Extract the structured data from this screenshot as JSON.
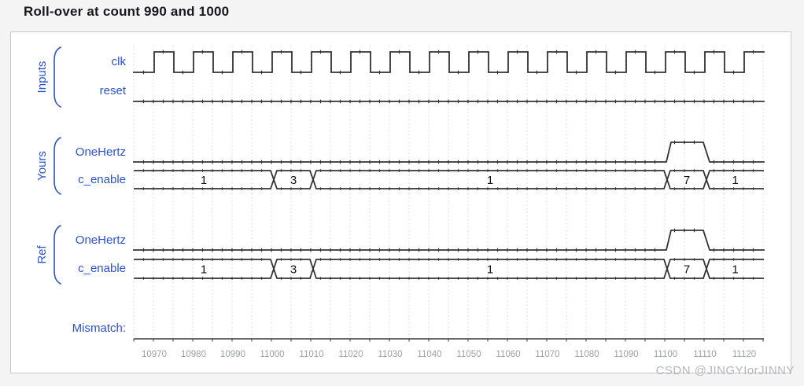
{
  "page": {
    "title": "Roll-over at count 990 and 1000",
    "watermark": "CSDN @JINGYIorJINNY"
  },
  "colors": {
    "label_blue": "#2b52d2",
    "signal_line": "#333333",
    "bus_value_text": "#111111",
    "grid_line": "#d6d6d6",
    "axis_line": "#3a3a3a",
    "axis_text": "#9aa0a8",
    "watermark_text": "#b3b7bc",
    "panel_border": "#c9c9c9",
    "page_background": "#f4f4f5",
    "panel_background": "#ffffff"
  },
  "chart_data": {
    "type": "timing-diagram",
    "time_start": 10965,
    "time_end": 11125,
    "tick_step": 10,
    "axis_ticks": [
      10970,
      10980,
      10990,
      11000,
      11010,
      11020,
      11030,
      11040,
      11050,
      11060,
      11070,
      11080,
      11090,
      11100,
      11110,
      11120
    ],
    "mismatch_label": "Mismatch:",
    "mismatch_events": [],
    "groups": [
      {
        "label": "Inputs",
        "signals": [
          {
            "name": "clk",
            "kind": "clock",
            "first_rise": 10970,
            "period": 10,
            "duty": 0.5
          },
          {
            "name": "reset",
            "kind": "bit",
            "level": 0,
            "pulses": []
          }
        ]
      },
      {
        "label": "Yours",
        "signals": [
          {
            "name": "OneHertz",
            "kind": "bit",
            "level": 0,
            "pulses": [
              {
                "from": 11100,
                "to": 11110
              }
            ]
          },
          {
            "name": "c_enable",
            "kind": "bus",
            "segments": [
              {
                "from": 10965,
                "to": 11000,
                "value": "1"
              },
              {
                "from": 11000,
                "to": 11010,
                "value": "3"
              },
              {
                "from": 11010,
                "to": 11100,
                "value": "1"
              },
              {
                "from": 11100,
                "to": 11110,
                "value": "7"
              },
              {
                "from": 11110,
                "to": 11125,
                "value": "1"
              }
            ]
          }
        ]
      },
      {
        "label": "Ref",
        "signals": [
          {
            "name": "OneHertz",
            "kind": "bit",
            "level": 0,
            "pulses": [
              {
                "from": 11100,
                "to": 11110
              }
            ]
          },
          {
            "name": "c_enable",
            "kind": "bus",
            "segments": [
              {
                "from": 10965,
                "to": 11000,
                "value": "1"
              },
              {
                "from": 11000,
                "to": 11010,
                "value": "3"
              },
              {
                "from": 11010,
                "to": 11100,
                "value": "1"
              },
              {
                "from": 11100,
                "to": 11110,
                "value": "7"
              },
              {
                "from": 11110,
                "to": 11125,
                "value": "1"
              }
            ]
          }
        ]
      }
    ]
  }
}
